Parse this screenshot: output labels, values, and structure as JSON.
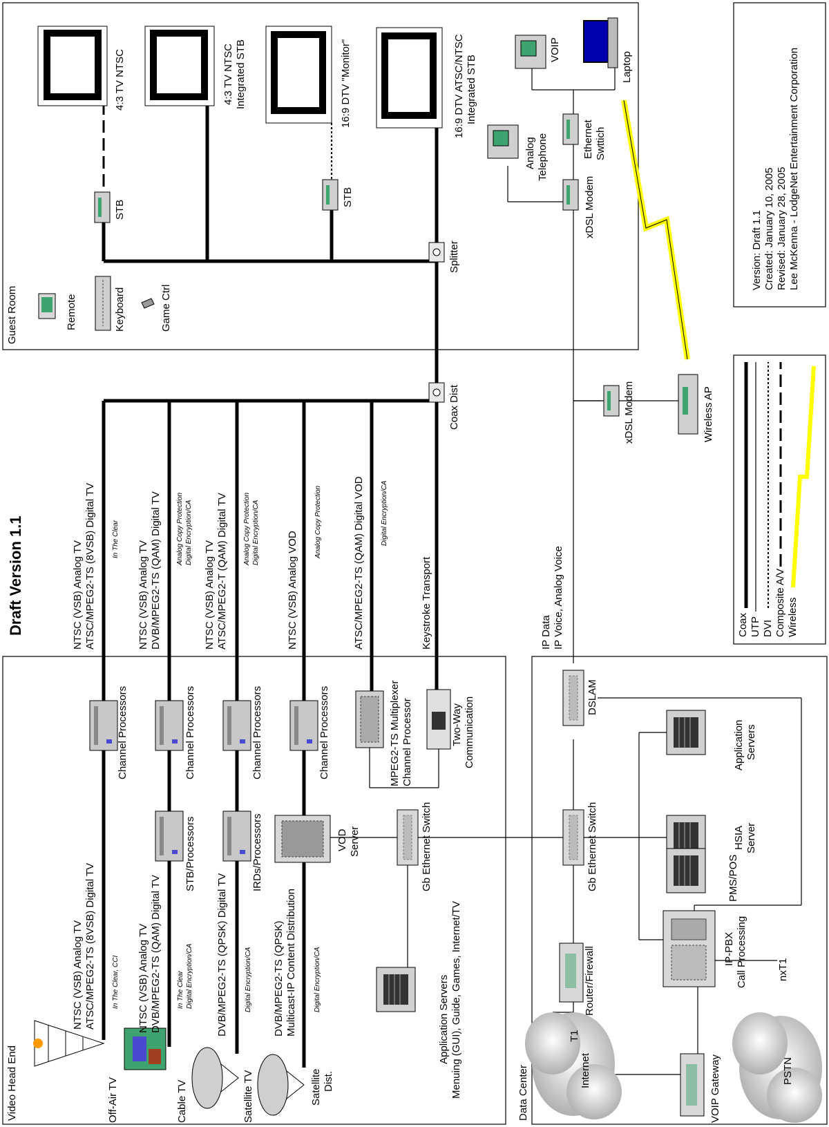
{
  "title": "Draft Version 1.1",
  "regions": {
    "guest_room": "Guest Room",
    "video_head_end": "Video Head End",
    "data_center": "Data Center"
  },
  "guest_room": {
    "tv1": "4:3 TV NTSC",
    "tv2_line1": "4:3 TV NTSC",
    "tv2_line2": "Integrated STB",
    "tv3": "16:9 DTV \"Monitor\"",
    "tv4_line1": "16:9 DTV ATSC/NTSC",
    "tv4_line2": "Integrated STB",
    "stb1": "STB",
    "stb2": "STB",
    "splitter": "Splitter",
    "remote": "Remote",
    "keyboard": "Keyboard",
    "game_ctrl": "Game Ctrl",
    "voip": "VOIP",
    "laptop": "Laptop",
    "analog_tel_line1": "Analog",
    "analog_tel_line2": "Telephone",
    "xdsl_modem": "xDSL Modem",
    "eth_switch_line1": "Ethernet",
    "eth_switch_line2": "Swttich"
  },
  "mid": {
    "coax_dist": "Coax Dist",
    "xdsl_modem": "xDSL Modem",
    "wireless_ap": "Wireless AP"
  },
  "transport": {
    "s1_line1": "NTSC (VSB) Analog TV",
    "s1_line2": "ATSC/MPEG2-TS (8VSB) Digital TV",
    "s1_note": "In The Clear",
    "s2_line1": "NTSC (VSB) Analog TV",
    "s2_line2": "DVB/MPEG2-TS  (QAM) Digital TV",
    "s2_note1": "Analog Copy Protection",
    "s2_note2": "Digital Encryption/CA",
    "s3_line1": "NTSC (VSB) Analog TV",
    "s3_line2": "ATSC/MPEG2-T (QAM) Digital TV",
    "s3_note1": "Analog Copy Protection",
    "s3_note2": "Digital Encryption/CA",
    "s4_line1": "NTSC (VSB) Analog VOD",
    "s4_note": "Analog Copy Protection",
    "s5_line1": "ATSC/MPEG2-TS (QAM) Digital VOD",
    "s5_note": "Digital Encryption/CA",
    "s6_line1": "Keystroke Transport",
    "ip_line1": "IP Data",
    "ip_line2": "IP Voice, Analog Voice"
  },
  "head_end": {
    "off_air": "Off-Air TV",
    "cable_tv": "Cable TV",
    "satellite_tv": "Satellite TV",
    "satellite_dist_line1": "Satellite",
    "satellite_dist_line2": "Dist.",
    "src1_line1": "NTSC (VSB) Analog TV",
    "src1_line2": "ATSC/MPEG2-TS (8VSB) Digital TV",
    "src1_note": "In The Clear, CCI",
    "src2_line1": "NTSC (VSB) Analog TV",
    "src2_line2": "DVB/MPEG2-TS (QAM) Digital TV",
    "src2_note1": "In The Clear",
    "src2_note2": "Digital Encryption/CA",
    "src3_line1": "DVB/MPEG2-TS (QPSK) Digital TV",
    "src3_note": "Digital Encryption/CA",
    "src4_line1": "DVB/MPEG2-TS (QPSK)",
    "src4_line2": "Multicast-IP Content Distribution",
    "src4_note": "Digital Encryption/CA",
    "stb_processors": "STB/Processors",
    "ird_processors": "IRDs/Processors",
    "vod_server_line1": "VOD",
    "vod_server_line2": "Server",
    "channel_processors": "Channel Processors",
    "mux_line1": "MPEG2-TS Multiplexer",
    "mux_line2": "Channel Processor",
    "two_way_line1": "Two-Way",
    "two_way_line2": "Communication",
    "gb_switch": "Gb Ethernet Switch",
    "app_servers_line1": "Application Servers",
    "app_servers_line2": "Menuing (GUI), Guide, Games, Internet/TV"
  },
  "data_center": {
    "internet": "Internet",
    "t1": "T1",
    "router": "Router/Firewall",
    "voip_gateway": "VOIP Gateway",
    "pstn": "PSTN",
    "nxt1": "nxT1",
    "ippbx_line1": "IP-PBX",
    "ippbx_line2": "Call Processing",
    "gb_switch": "Gb Ethernet Switch",
    "pms": "PMS/POS",
    "hsia_line1": "HSIA",
    "hsia_line2": "Server",
    "app_line1": "Application",
    "app_line2": "Servers",
    "dslam": "DSLAM"
  },
  "legend": {
    "coax": "Coax",
    "utp": "UTP",
    "dvi": "DVI",
    "composite": "Composite A/V",
    "wireless": "Wireless"
  },
  "version_box": {
    "line1": "Version:  Draft 1.1",
    "line2": "Created:  January 10, 2005",
    "line3": "Revised:  January 28, 2005",
    "line4": "Lee McKenna - LodgeNet Entertainment Corporation"
  },
  "colors": {
    "device": "#c8c8c8",
    "screen_blue": "#0000b0",
    "wireless_bolt": "#ffff00",
    "phone_green": "#3fa36f"
  }
}
